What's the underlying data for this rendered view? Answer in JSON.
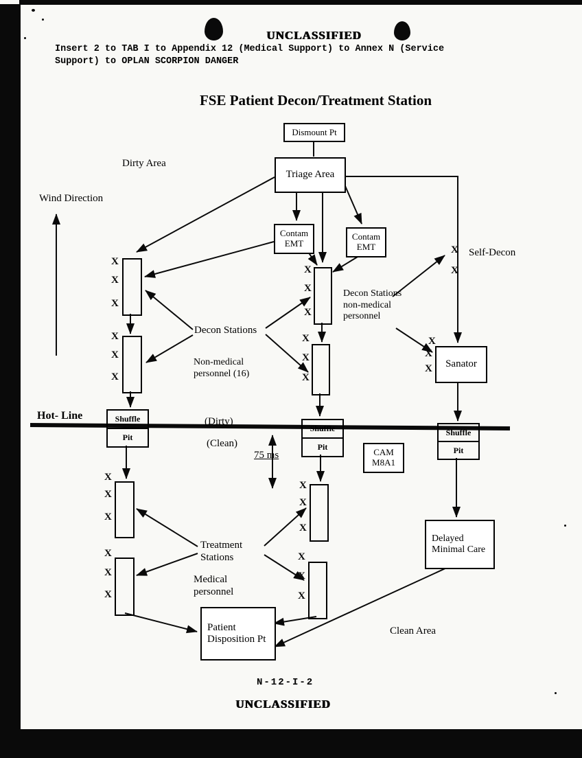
{
  "page": {
    "classification_top": "UNCLASSIFIED",
    "classification_bottom": "UNCLASSIFIED",
    "header_line1": "Insert 2 to TAB I to Appendix 12 (Medical Support) to Annex N (Service",
    "header_line2": "Support) to OPLAN SCORPION DANGER",
    "title": "FSE Patient Decon/Treatment Station",
    "figure_number": "N-12-I-2"
  },
  "boxes": {
    "dismount_pt": "Dismount Pt",
    "triage_area": "Triage Area",
    "contam_emt": "Contam EMT",
    "sanator": "Sanator",
    "shuffle": "Shuffle",
    "pit": "Pit",
    "cam_m8a1": "CAM M8A1",
    "delayed_minimal_care": "Delayed Minimal Care",
    "patient_disposition_pt": "Patient Disposition Pt"
  },
  "labels": {
    "dirty_area": "Dirty Area",
    "wind_direction": "Wind Direction",
    "self_decon": "Self-Decon",
    "decon_stations": "Decon Stations",
    "decon_stations_nonmedical": "Decon Stations non-medical personnel",
    "non_medical_personnel": "Non-medical personnel (16)",
    "hot_line": "Hot- Line",
    "dirty": "(Dirty)",
    "clean": "(Clean)",
    "distance": "75 ms",
    "treatment_stations": "Treatment Stations",
    "medical_personnel": "Medical personnel",
    "clean_area": "Clean Area"
  },
  "diagram": {
    "x_mark": "X"
  }
}
